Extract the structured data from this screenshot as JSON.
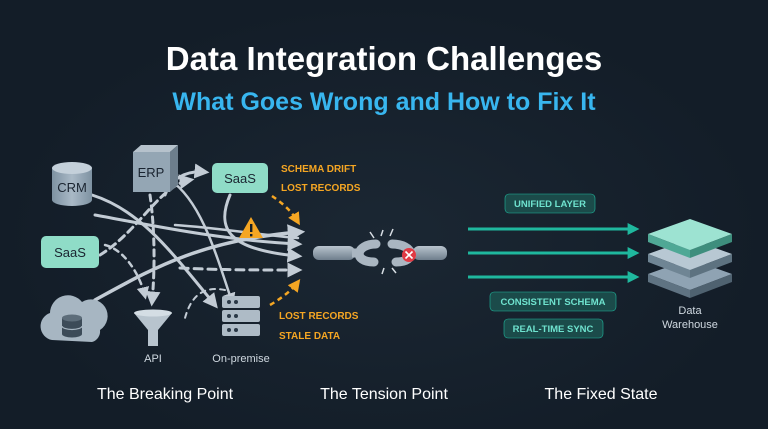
{
  "title": "Data Integration Challenges",
  "subtitle": "What Goes Wrong and How to Fix It",
  "colors": {
    "background": "#131d28",
    "title": "#ffffff",
    "subtitle": "#38b6ef",
    "warning": "#f5a623",
    "teal": "#1fb89e",
    "node_fill": "#8fa3b3",
    "saas_fill": "#8fdcc7"
  },
  "sources": {
    "crm": "CRM",
    "erp": "ERP",
    "saas_left": "SaaS",
    "saas_top": "SaaS",
    "api": "API",
    "on_premise": "On-premise"
  },
  "issues": {
    "schema_drift": "SCHEMA DRIFT",
    "lost_records_top": "LOST RECORDS",
    "lost_records_bottom": "LOST RECORDS",
    "stale_data": "STALE DATA"
  },
  "fixes": {
    "unified_layer": "UNIFIED LAYER",
    "consistent_schema": "CONSISTENT SCHEMA",
    "real_time_sync": "REAL-TIME SYNC"
  },
  "destination": {
    "line1": "Data",
    "line2": "Warehouse"
  },
  "sections": {
    "breaking": "The Breaking Point",
    "tension": "The Tension Point",
    "fixed": "The Fixed State"
  }
}
